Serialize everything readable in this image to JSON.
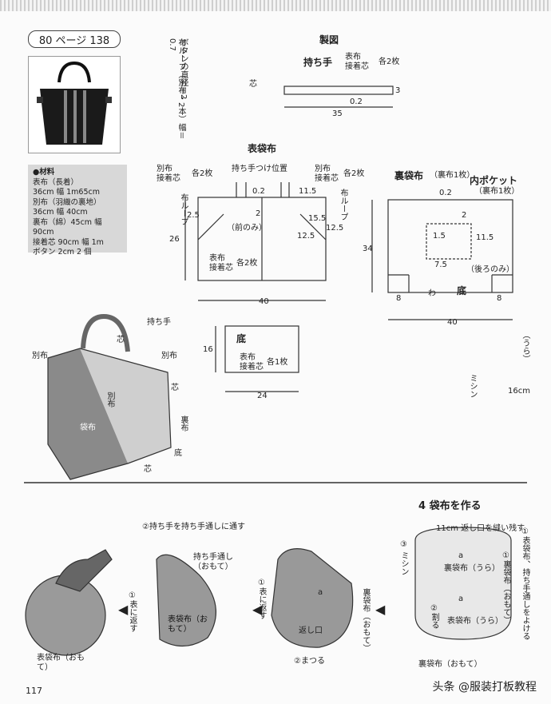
{
  "header": {
    "page_ref": "80 ページ 138",
    "drawing_title": "製図",
    "button_note": "ボタンの直径＝2",
    "loop_note": "布ループ（別布・2本）幅＝0.7"
  },
  "materials": {
    "heading": "●材料",
    "lines": [
      "表布（長着）",
      "36cm 幅 1m65cm",
      "別布（羽織の裏地）",
      "36cm 幅 40cm",
      "裏布（綿）45cm 幅 90cm",
      "接着芯 90cm 幅 1m",
      "ボタン 2cm 2 個"
    ]
  },
  "handle": {
    "title": "持ち手",
    "fabric": "表布",
    "interfacing": "接着芯",
    "count": "各2枚",
    "core": "芯",
    "width": "3",
    "inner": "0.2",
    "length": "35"
  },
  "outer_bag": {
    "title": "表袋布",
    "side_fabric": "別布",
    "side_interfacing": "接着芯",
    "side_count": "各2枚",
    "handle_position": "持ち手つけ位置",
    "loop": "布ループ",
    "d02": "0.2",
    "d2": "2",
    "d25": "2.5",
    "d115": "11.5",
    "d155": "15.5",
    "d125a": "12.5",
    "d125b": "12.5",
    "height": "26",
    "width": "40",
    "front_only": "（前のみ）",
    "body_fabric": "表布",
    "body_interfacing": "接着芯",
    "body_count": "各2枚"
  },
  "bottom": {
    "title": "底",
    "fabric": "表布",
    "interfacing": "接着芯",
    "count": "各1枚",
    "height": "16",
    "width": "24"
  },
  "lining": {
    "title": "裏袋布",
    "count": "（裏布1枚）",
    "pocket_title": "内ポケット",
    "pocket_count": "（裏布1枚）",
    "d02": "0.2",
    "d2": "2",
    "d15": "1.5",
    "d115": "11.5",
    "d75": "7.5",
    "back_only": "（後ろのみ）",
    "height": "34",
    "width": "40",
    "d8a": "8",
    "d8b": "8",
    "wa": "わ",
    "bottom": "底"
  },
  "loop_detail": {
    "label_ura": "（うら）",
    "stitch": "ミシン",
    "size": "16cm"
  },
  "bag_illustration": {
    "handle": "持ち手",
    "core1": "芯",
    "core2": "芯",
    "core3": "芯",
    "side_left": "別布",
    "side_right": "別布",
    "side_mid": "別布",
    "body": "袋布",
    "lining": "裏布",
    "bottom": "底"
  },
  "step4": {
    "title": "4 袋布を作る",
    "leave_open": "11cm 返し口を縫い残す",
    "stitch3": "③ ミシン",
    "note_right": "①表袋布、持ち手通しをよける",
    "note_right2": "①裏袋布（おもて）",
    "inside": "裏袋布（うら）",
    "inside2": "表袋布（うら）",
    "split": "②割る",
    "outer_front": "裏袋布（おもて）",
    "a1": "a",
    "a2": "a",
    "a3": "a",
    "step_c_return": "返し口",
    "step_c_sew": "②まつる",
    "step_c_turn": "①表に返す",
    "step_c_lining": "裏袋布（おもて）",
    "step_b_pass": "②持ち手を持ち手通しに通す",
    "step_b_handle": "持ち手通し（おもて）",
    "step_b_turn": "①表に返す",
    "step_b_outer": "表袋布（おもて）",
    "step_a_outer": "表袋布（おもて）"
  },
  "page_number": "117",
  "watermark": "头条 @服装打板教程"
}
